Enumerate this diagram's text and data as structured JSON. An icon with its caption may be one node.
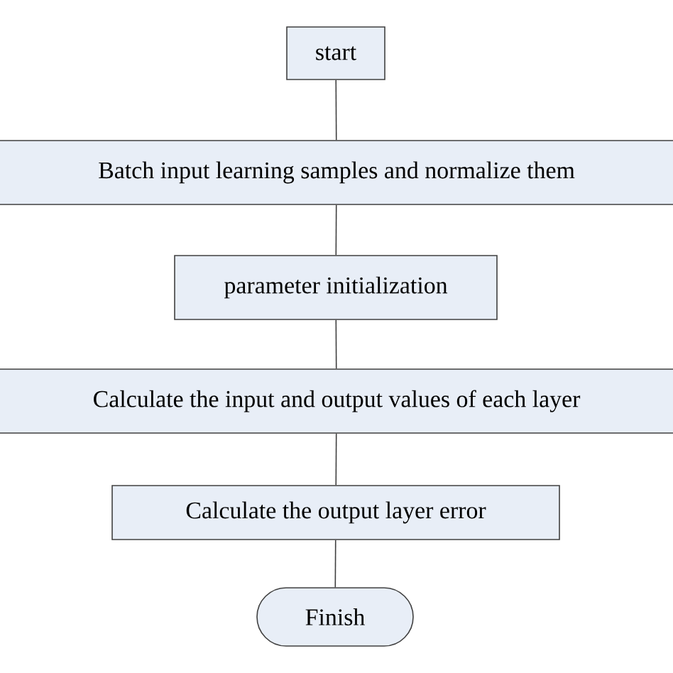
{
  "diagram": {
    "nodes": [
      {
        "text": [
          "start"
        ]
      },
      {
        "text": [
          "Batch input learning samples and normalize them"
        ]
      },
      {
        "text": [
          "parameter initialization"
        ]
      },
      {
        "text": [
          "Calculate the input and output values of each layer"
        ]
      },
      {
        "text": [
          "Calculate the output layer error"
        ]
      },
      {
        "text": [
          "Finish"
        ]
      }
    ],
    "edges": [
      {
        "from": 0,
        "to": 1,
        "arrow": "none"
      },
      {
        "from": 1,
        "to": 2,
        "arrow": "none"
      },
      {
        "from": 2,
        "to": 3,
        "arrow": "none"
      },
      {
        "from": 3,
        "to": 4,
        "arrow": "none"
      },
      {
        "from": 4,
        "to": 5,
        "arrow": "none"
      }
    ]
  }
}
